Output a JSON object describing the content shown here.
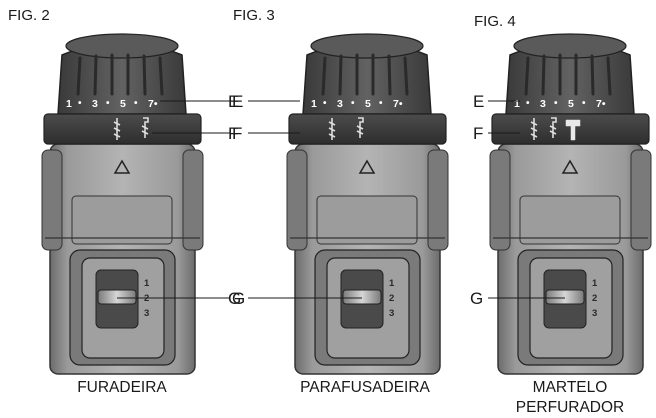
{
  "figures": [
    {
      "label": "FIG. 2",
      "caption_lines": [
        "FURADEIRA"
      ],
      "dial_markings": [
        "1",
        "•",
        "3",
        "•",
        "5",
        "•",
        "7•"
      ],
      "mode_icons": [
        "drill-bit-icon",
        "screw-icon"
      ],
      "callouts": [
        "E",
        "F",
        "G"
      ],
      "gear_positions": [
        "1",
        "2",
        "3"
      ]
    },
    {
      "label": "FIG. 3",
      "caption_lines": [
        "PARAFUSADEIRA"
      ],
      "dial_markings": [
        "1",
        "•",
        "3",
        "•",
        "5",
        "•",
        "7•"
      ],
      "mode_icons": [
        "drill-bit-icon",
        "screw-icon"
      ],
      "callouts": [
        "E",
        "F",
        "G"
      ],
      "gear_positions": [
        "1",
        "2",
        "3"
      ]
    },
    {
      "label": "FIG. 4",
      "caption_lines": [
        "MARTELO",
        "PERFURADOR"
      ],
      "dial_markings": [
        "1",
        "•",
        "3",
        "•",
        "5",
        "•",
        "7•"
      ],
      "mode_icons": [
        "drill-bit-icon",
        "screw-icon",
        "hammer-icon"
      ],
      "callouts": [
        "E",
        "F",
        "G"
      ],
      "gear_positions": [
        "1",
        "2",
        "3"
      ]
    }
  ],
  "colors": {
    "body_light": "#a8a8a8",
    "body_mid": "#8a8a8a",
    "body_dark": "#5a5a5a",
    "dial_dark": "#4a4a4a",
    "ring_dark": "#3a3a3a",
    "outline": "#222222"
  }
}
